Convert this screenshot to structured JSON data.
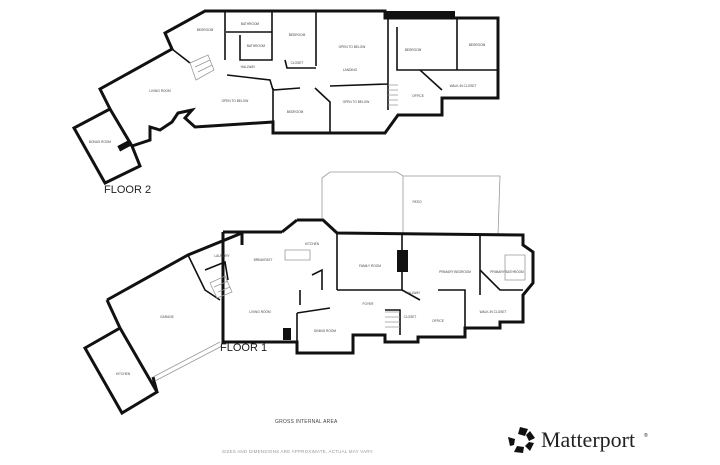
{
  "floor2": {
    "label": "FLOOR 2",
    "rooms": [
      "Bonus Room",
      "Living Room",
      "Bedroom",
      "Bathroom",
      "Bathroom",
      "Hallway",
      "Bedroom",
      "Closet",
      "Open to Below",
      "Landing",
      "Open to Below",
      "Bedroom",
      "Open to Below",
      "Bedroom",
      "Bedroom",
      "Walk-in Closet",
      "Office"
    ]
  },
  "floor1": {
    "label": "FLOOR 1",
    "rooms": [
      "Patio",
      "Laundry",
      "Garage",
      "Kitchen",
      "Kitchen",
      "Breakfast",
      "Family Room",
      "Primary Bedroom",
      "Primary Bathroom",
      "Living Room",
      "Dining Room",
      "Foyer",
      "Hallway",
      "Closet",
      "Office",
      "Walk-in Closet"
    ]
  },
  "footer": {
    "gross_internal_area": "GROSS INTERNAL AREA",
    "disclaimer": "SIZES AND DIMENSIONS ARE APPROXIMATE, ACTUAL MAY VARY.",
    "brand": "Matterport",
    "brand_mark": "®"
  },
  "colors": {
    "walls": "#111111",
    "background": "#ffffff",
    "text": "#444444"
  }
}
